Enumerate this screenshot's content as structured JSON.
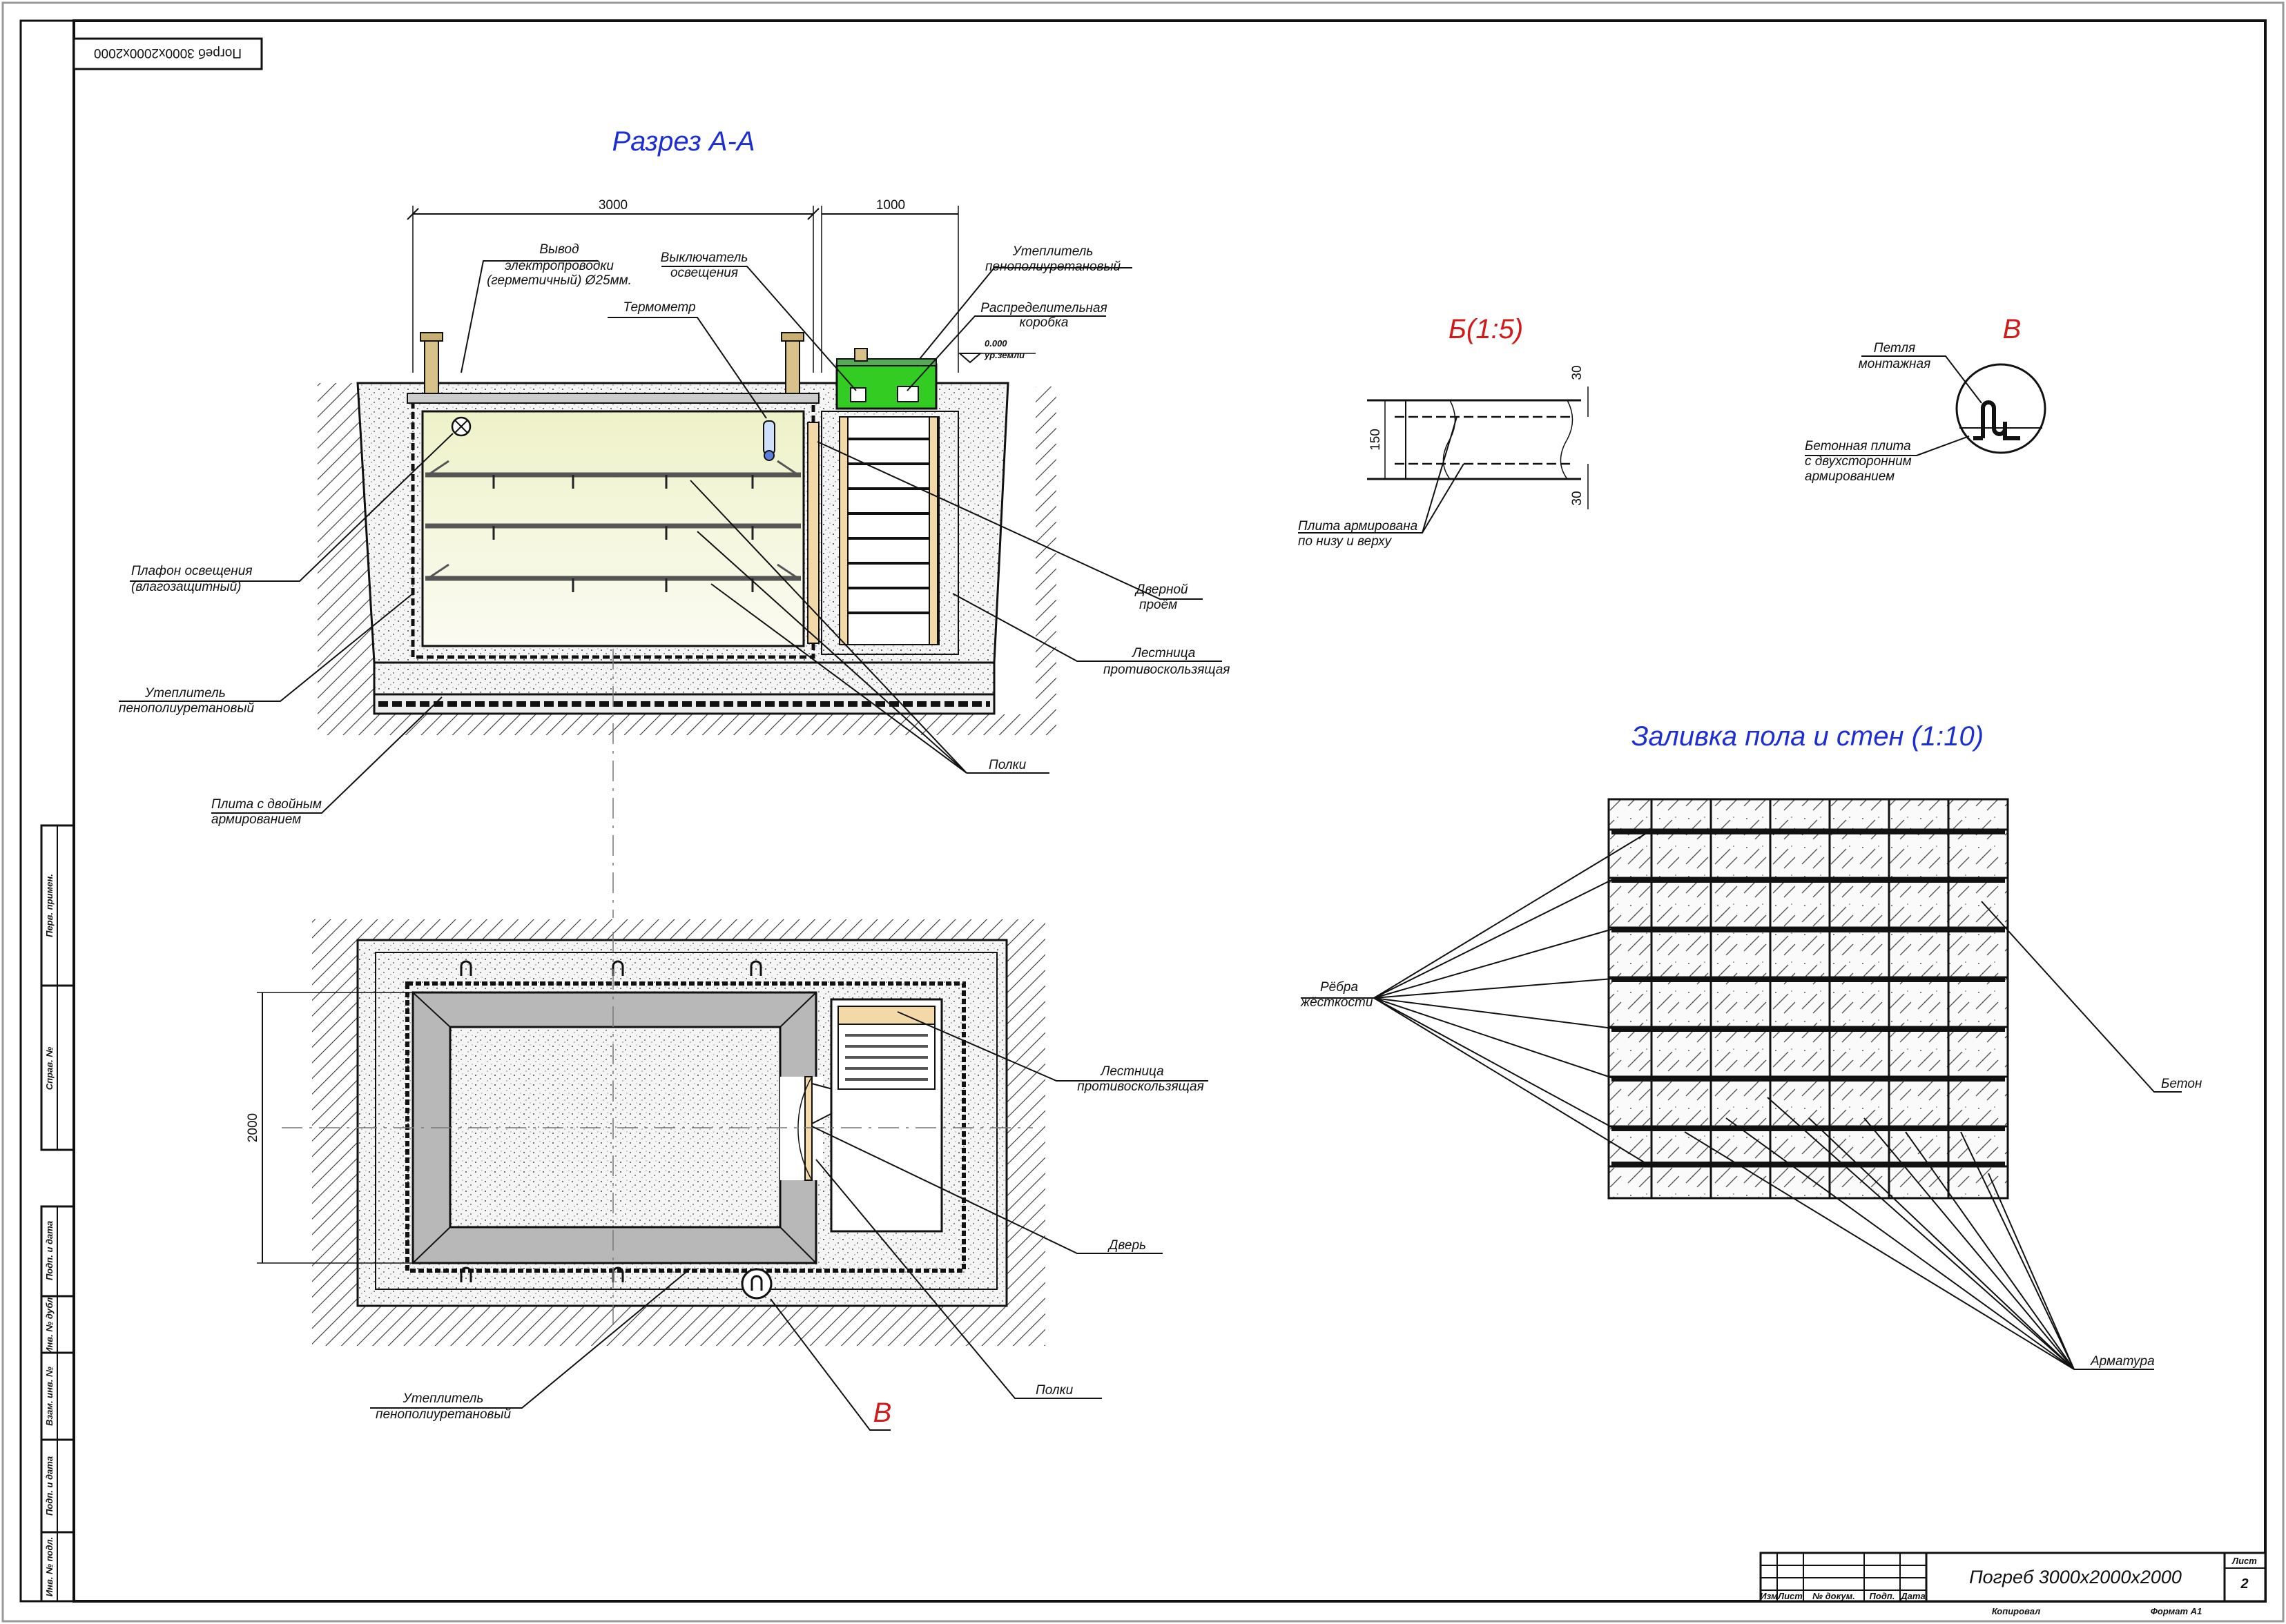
{
  "stamp": "Погреб 3000х2000х2000",
  "section": {
    "title": "Разрез А-А",
    "dim_width": "3000",
    "dim_stair": "1000",
    "level": [
      "0.000",
      "ур.земли"
    ],
    "labels": {
      "wiring": [
        "Вывод",
        "электропроводки",
        "(герметичный) Ø25мм."
      ],
      "switch": [
        "Выключатель",
        "освещения"
      ],
      "thermometer": [
        "Термометр"
      ],
      "insulation_top": [
        "Утеплитель",
        "пенополиуретановый"
      ],
      "junction": [
        "Распределительная",
        "коробка"
      ],
      "lamp": [
        "Плафон освещения",
        "(влагозащитный)"
      ],
      "doorway": [
        "Дверной",
        "проём"
      ],
      "ladder": [
        "Лестница",
        "противоскользящая"
      ],
      "insulation": [
        "Утеплитель",
        "пенополиуретановый"
      ],
      "shelves": [
        "Полки"
      ],
      "slab": [
        "Плита с двойным",
        "армированием"
      ]
    }
  },
  "plan": {
    "dim_depth": "2000",
    "labels": {
      "ladder": [
        "Лестница",
        "противоскользящая"
      ],
      "door": [
        "Дверь"
      ],
      "shelves": [
        "Полки"
      ],
      "insulation": [
        "Утеплитель",
        "пенополиуретановый"
      ],
      "callout": "В"
    }
  },
  "detail_b": {
    "title": "Б(1:5)",
    "dim_total": "150",
    "dim_cover": "30",
    "labels": {
      "reinforced": [
        "Плита армирована",
        "по низу и верху"
      ]
    }
  },
  "detail_v": {
    "title": "В",
    "labels": {
      "loop": [
        "Петля",
        "монтажная"
      ],
      "slab": [
        "Бетонная плита",
        "с двухсторонним",
        "армированием"
      ]
    }
  },
  "pour": {
    "title": "Заливка пола и стен (1:10)",
    "labels": {
      "ribs": [
        "Рёбра",
        "жёсткости"
      ],
      "concrete": [
        "Бетон"
      ],
      "rebar": [
        "Арматура"
      ]
    }
  },
  "title_block": {
    "name": "Погреб 3000х2000х2000",
    "sheet_label": "Лист",
    "sheet_num": "2",
    "cols": [
      "Изм",
      "Лист",
      "№ докум.",
      "Подп.",
      "Дата"
    ],
    "copied": "Копировал",
    "format": "Формат А1"
  },
  "side_stamps": [
    "Перв. примен.",
    "Справ. №",
    "Подп. и дата",
    "Инв. № дубл.",
    "Взам. инв. №",
    "Подп. и дата",
    "Инв. № подл."
  ],
  "colors": {
    "title_blue": "#1d2fd0",
    "title_red": "#d11a1a",
    "box_green": "#33cc22",
    "room": "#f3f3d8",
    "wood": "#f4d9a8",
    "insulation_grey": "#b8b8b8"
  }
}
